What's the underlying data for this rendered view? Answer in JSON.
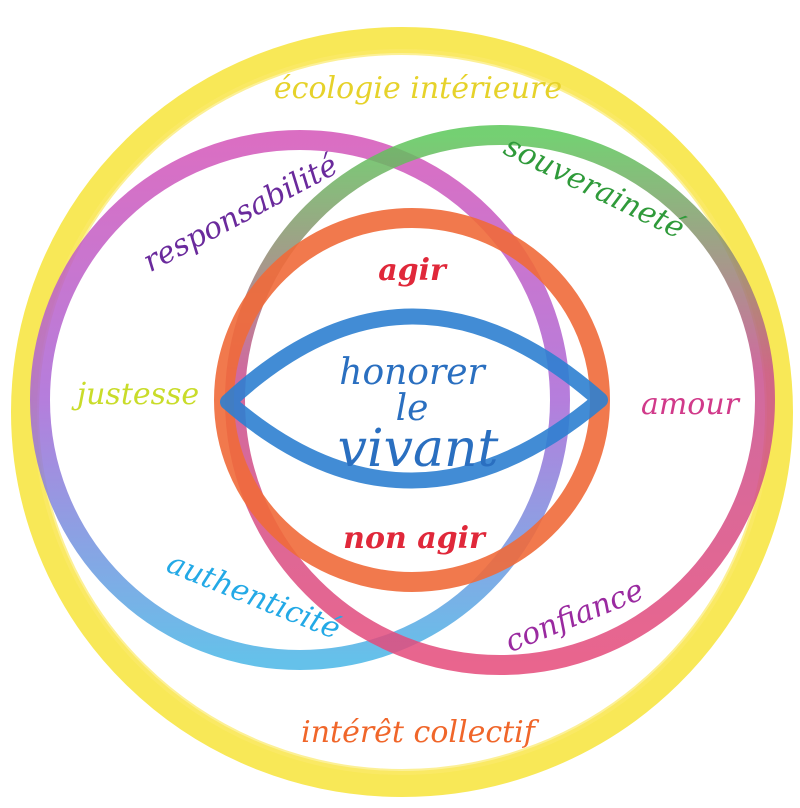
{
  "diagram": {
    "outer_ring_label_top": "écologie intérieure",
    "outer_ring_label_bottom": "intérêt collectif",
    "labels": {
      "responsabilite": "responsabilité",
      "souverainete": "souveraineté",
      "justesse": "justesse",
      "amour": "amour",
      "authenticite": "authenticité",
      "confiance": "confiance",
      "agir": "agir",
      "non_agir": "non agir"
    },
    "center": {
      "line1": "honorer",
      "line2": "le",
      "line3": "vivant"
    }
  },
  "colors": {
    "outer_ring": "#f7e43a",
    "magenta_ring": "#d455b8",
    "green_ring": "#5cc85a",
    "orange_ring": "#f06a3a",
    "blue_eye": "#2e7fd0",
    "yellow_text": "#e6d22a",
    "purple_text": "#6a2a9c",
    "green_text": "#2f9a3a",
    "red_text": "#e0283a",
    "lime_text": "#c9dc2a",
    "pink_text": "#d13a8a",
    "cyan_text": "#23a9e6",
    "violet_text": "#9a2aa0",
    "orange_text": "#f0662a",
    "blue_text": "#2a6fc0"
  }
}
